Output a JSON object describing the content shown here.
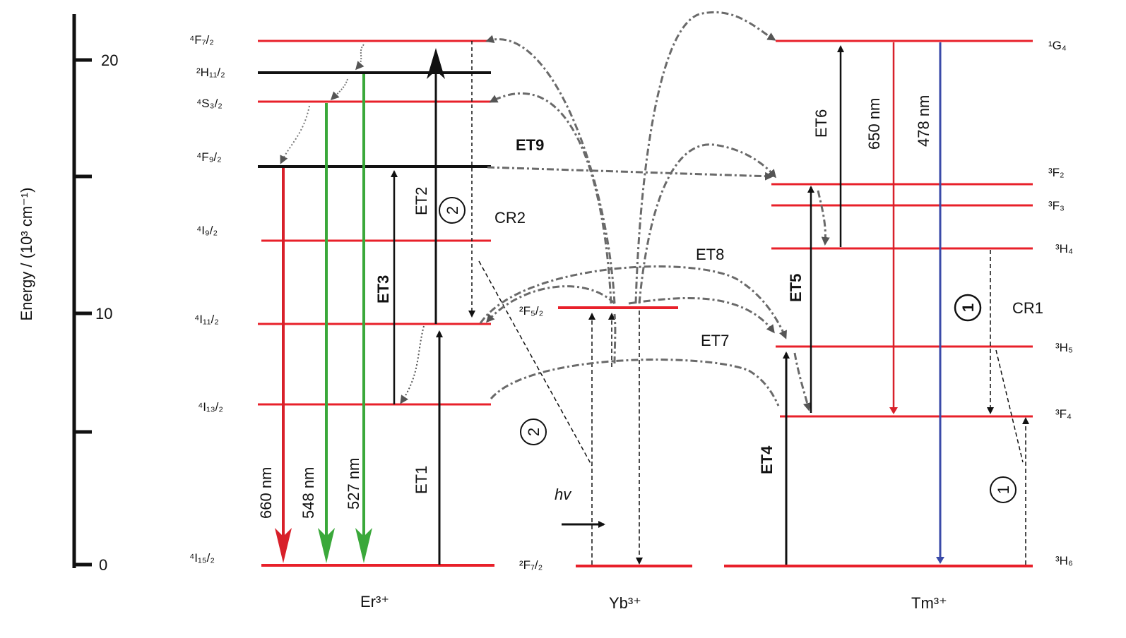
{
  "axis": {
    "label": "Energy / (10³ cm⁻¹)",
    "ticks": [
      "0",
      "10",
      "20"
    ]
  },
  "ions": {
    "er": "Er³⁺",
    "yb": "Yb³⁺",
    "tm": "Tm³⁺"
  },
  "er_levels": {
    "f72": "⁴F₇/₂",
    "h112": "²H₁₁/₂",
    "s32": "⁴S₃/₂",
    "f92": "⁴F₉/₂",
    "i92": "⁴I₉/₂",
    "i112": "⁴I₁₁/₂",
    "i132": "⁴I₁₃/₂",
    "i152": "⁴I₁₅/₂"
  },
  "yb_levels": {
    "f52": "²F₅/₂",
    "f72": "²F₇/₂"
  },
  "tm_levels": {
    "g4": "¹G₄",
    "f2": "³F₂",
    "f3": "³F₃",
    "h4": "³H₄",
    "h5": "³H₅",
    "f4": "³F₄",
    "h6": "³H₆"
  },
  "transitions": {
    "et1": "ET1",
    "et2": "ET2",
    "et3": "ET3",
    "et4": "ET4",
    "et5": "ET5",
    "et6": "ET6",
    "et7": "ET7",
    "et8": "ET8",
    "et9": "ET9",
    "cr1": "CR1",
    "cr2": "CR2",
    "hv": "hv"
  },
  "wavelengths": {
    "er_660": "660 nm",
    "er_548": "548 nm",
    "er_527": "527 nm",
    "tm_650": "650 nm",
    "tm_478": "478 nm"
  },
  "circled": {
    "c1": "1",
    "c2": "2"
  },
  "colors": {
    "level_line": "#e8202a",
    "emission_red": "#d8202a",
    "emission_green": "#3aa83a",
    "emission_blue": "#3a4aa8",
    "transfer_dashdot": "#6a6a6a"
  }
}
